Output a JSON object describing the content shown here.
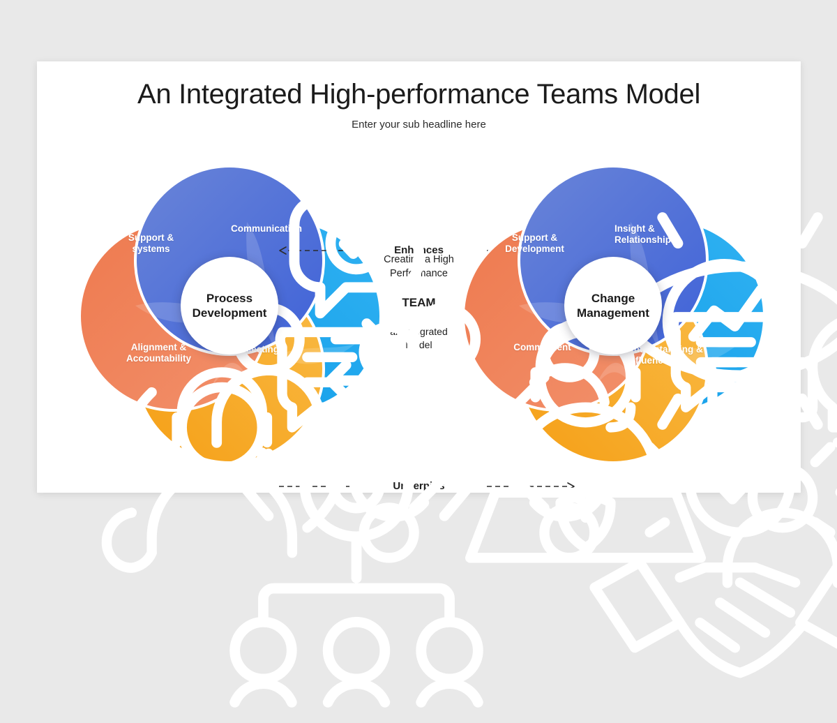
{
  "slide": {
    "title": "An Integrated High-performance Teams Model",
    "subtitle": "Enter your sub headline here",
    "background_color": "#e9e9e9",
    "card_color": "#ffffff"
  },
  "palette": {
    "blue_dark": "#3f62d8",
    "blue_light": "#6a85d8",
    "cyan_dark": "#0f9ce8",
    "cyan_light": "#31b2f2",
    "orange_dark": "#ee7a4f",
    "orange_light": "#f2906b",
    "amber_dark": "#f59f16",
    "amber_light": "#f9bb46",
    "text_dark": "#1b1b1b",
    "label_white": "#ffffff"
  },
  "diagrams": [
    {
      "id": "process-development",
      "hub_line1": "Process",
      "hub_line2": "Development",
      "petals": [
        {
          "position": "top",
          "label": "Communication",
          "icon": "people-chat-exchange-icon",
          "color": "#3f62d8"
        },
        {
          "position": "right",
          "label": "Meetings",
          "icon": "team-circle-icon",
          "color": "#0f9ce8"
        },
        {
          "position": "bottom",
          "label": "Alignment &\nAccountability",
          "icon": "target-hierarchy-icon",
          "color": "#f59f16"
        },
        {
          "position": "left",
          "label": "Support &\nsystems",
          "icon": "support-headset-icon",
          "color": "#ee7a4f"
        }
      ]
    },
    {
      "id": "change-management",
      "hub_line1": "Change",
      "hub_line2": "Management",
      "petals": [
        {
          "position": "top",
          "label": "Insight &\nRelationships",
          "icon": "eye-insight-icon",
          "color": "#3f62d8"
        },
        {
          "position": "right",
          "label": "Understanding &\nInfluencing",
          "icon": "lightbulb-people-icon",
          "color": "#0f9ce8"
        },
        {
          "position": "bottom",
          "label": "Commitment",
          "icon": "handshake-check-icon",
          "color": "#f59f16"
        },
        {
          "position": "left",
          "label": "Support &\nDevelopment",
          "icon": "support-laptop-icon",
          "color": "#ee7a4f"
        }
      ]
    }
  ],
  "center": {
    "connector_top": "Enhances",
    "connector_bottom": "Underpins",
    "team_line1": "Creating a High",
    "team_line2": "Performance",
    "team_word": "TEAM",
    "team_line3": "an Integrated",
    "team_line4": "Model"
  }
}
